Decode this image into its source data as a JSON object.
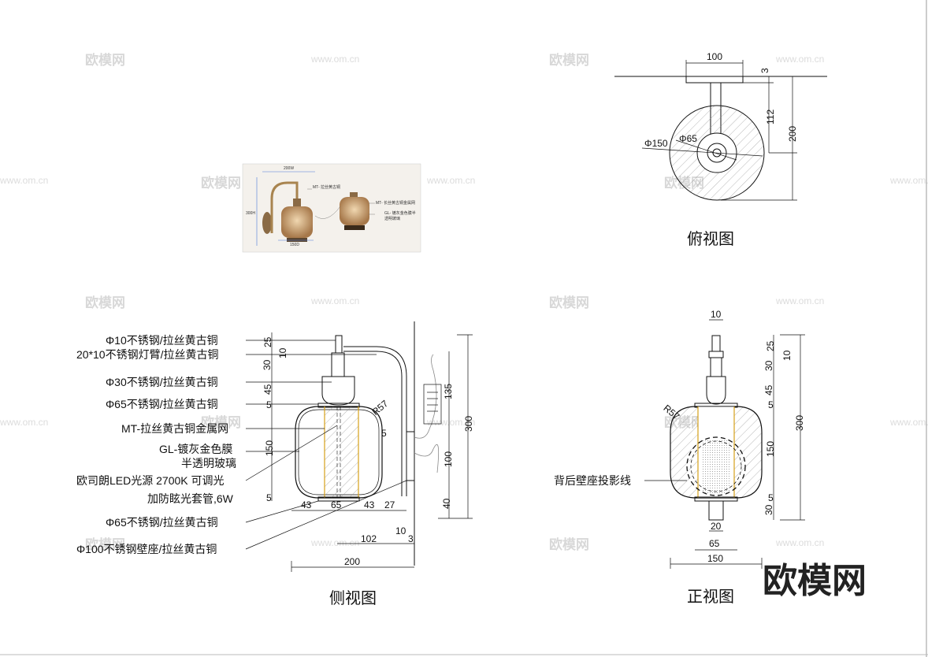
{
  "views": {
    "top": {
      "title": "俯视图",
      "dims": {
        "width": "100",
        "flange": "3",
        "arm": "112",
        "depth": "200",
        "outer_dia": "Φ150",
        "inner_dia": "Φ65"
      }
    },
    "side": {
      "title": "侧视图",
      "labels": [
        "Φ10不锈钢/拉丝黄古铜",
        "20*10不锈钢灯臂/拉丝黄古铜",
        "Φ30不锈钢/拉丝黄古铜",
        "Φ65不锈钢/拉丝黄古铜",
        "MT-拉丝黄古铜金属网",
        "GL-镀灰金色膜",
        "半透明玻璃",
        "欧司朗LED光源 2700K 可调光",
        "加防眩光套管,6W",
        "Φ65不锈钢/拉丝黄古铜",
        "Φ100不锈钢壁座/拉丝黄古铜"
      ],
      "dims": {
        "v25": "25",
        "v10": "10",
        "v30": "30",
        "v45": "45",
        "v5a": "5",
        "v150": "150",
        "v5b": "5",
        "h43a": "43",
        "h65": "65",
        "h43b": "43",
        "h27": "27",
        "h10": "10",
        "h102": "102",
        "h3": "3",
        "h200": "200",
        "r57": "R57",
        "v135": "135",
        "v100": "100",
        "v40": "40",
        "v300": "300",
        "v5c": "5"
      }
    },
    "front": {
      "title": "正视图",
      "label": "背后壁座投影线",
      "dims": {
        "top10": "10",
        "v25": "25",
        "v10": "10",
        "v30": "30",
        "v45": "45",
        "v5a": "5",
        "v150": "150",
        "v5b": "5",
        "v30b": "30",
        "v300": "300",
        "b20": "20",
        "b65": "65",
        "b150": "150",
        "r57": "R57"
      }
    }
  },
  "photo": {
    "dim_top": "200W",
    "dim_side": "300H",
    "dim_bottom": "150D",
    "note1": "MT- 拉丝黄古铜",
    "note2": "MT- 长丝黄古铜金属网",
    "note3": "GL- 镀灰金色膜半",
    "note4": "透明玻璃"
  },
  "watermarks": {
    "logo": "欧模网",
    "url": "www.om.cn"
  },
  "brand": "欧模网"
}
